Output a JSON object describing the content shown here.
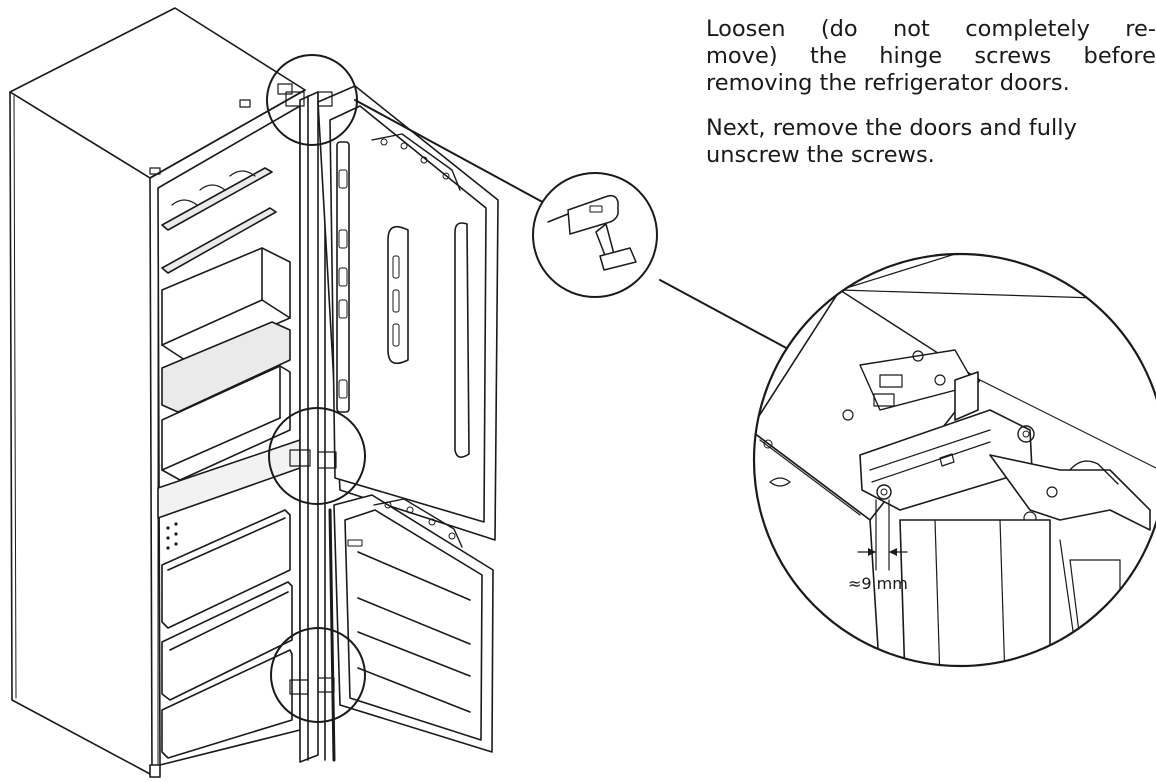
{
  "instructions": {
    "step1_line1": "Loosen (do not completely re-",
    "step1_line2": "move) the hinge screws before",
    "step1_line3": "removing the refrigerator doors.",
    "step2_line1": "Next, remove the doors and fully",
    "step2_line2": "unscrew the screws."
  },
  "detail": {
    "measurement_label": "≈9 mm"
  },
  "icons": {
    "tool": "cordless-drill-icon",
    "appliance": "refrigerator-illustration",
    "zoom": "hinge-detail-zoom"
  },
  "colors": {
    "line": "#1a1a1a",
    "background": "#ffffff",
    "shade": "#cfcfcf"
  }
}
